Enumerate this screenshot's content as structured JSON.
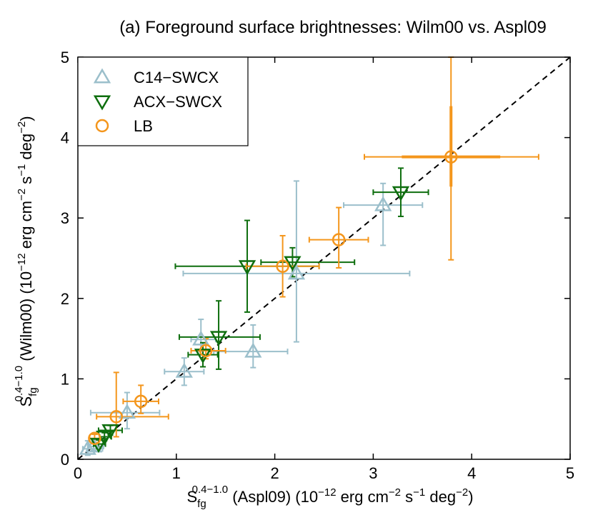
{
  "chart_data": {
    "type": "scatter",
    "title": "(a) Foreground surface brightnesses: Wilm00 vs. Aspl09",
    "xlabel": {
      "symbol": "S",
      "sub": "fg",
      "sup": "0.4−1.0",
      "text": " (Aspl09) (10",
      "exp1": "−12",
      "text2": " erg cm",
      "exp2": "−2",
      "text3": " s",
      "exp3": "−1",
      "text4": " deg",
      "exp4": "−2",
      "text5": ")"
    },
    "ylabel": {
      "symbol": "S",
      "sub": "fg",
      "sup": "0.4−1.0",
      "text": " (Wilm00) (10",
      "exp1": "−12",
      "text2": " erg cm",
      "exp2": "−2",
      "text3": " s",
      "exp3": "−1",
      "text4": " deg",
      "exp4": "−2",
      "text5": ")"
    },
    "xlim": [
      0,
      5
    ],
    "ylim": [
      0,
      5
    ],
    "xticks": [
      "0",
      "1",
      "2",
      "3",
      "4",
      "5"
    ],
    "yticks": [
      "0",
      "1",
      "2",
      "3",
      "4",
      "5"
    ],
    "grid": false,
    "legend_position": "top-left",
    "reference_line": "y = x (dashed)",
    "series": [
      {
        "name": "C14−SWCX",
        "marker": "triangle-up",
        "color": "#9bbfcb",
        "points": [
          {
            "x": 0.1,
            "y": 0.13,
            "xerr": [
              0.05,
              0.15
            ],
            "yerr": [
              0.08,
              0.1
            ]
          },
          {
            "x": 0.16,
            "y": 0.16,
            "xerr": [
              0.05,
              0.1
            ],
            "yerr": [
              0.05,
              0.05
            ]
          },
          {
            "x": 0.5,
            "y": 0.58,
            "xerr": [
              0.37,
              0.33
            ],
            "yerr": [
              0.2,
              0.25
            ]
          },
          {
            "x": 1.08,
            "y": 1.09,
            "xerr": [
              0.2,
              0.2
            ],
            "yerr": [
              0.17,
              0.17
            ]
          },
          {
            "x": 1.25,
            "y": 1.49,
            "xerr": [
              0.1,
              0.15
            ],
            "yerr": [
              0.15,
              0.25
            ]
          },
          {
            "x": 1.78,
            "y": 1.34,
            "xerr": [
              0.4,
              0.35
            ],
            "yerr": [
              0.2,
              0.33
            ]
          },
          {
            "x": 2.22,
            "y": 2.31,
            "xerr": [
              1.15,
              1.15
            ],
            "yerr": [
              0.85,
              1.15
            ]
          },
          {
            "x": 3.1,
            "y": 3.16,
            "xerr": [
              0.4,
              0.4
            ],
            "yerr": [
              0.5,
              0.27
            ]
          }
        ]
      },
      {
        "name": "ACX−SWCX",
        "marker": "triangle-down",
        "color": "#0e6e0e",
        "points": [
          {
            "x": 0.21,
            "y": 0.19,
            "xerr": [
              0.05,
              0.07
            ],
            "yerr": [
              0.05,
              0.05
            ]
          },
          {
            "x": 0.27,
            "y": 0.28,
            "xerr": [
              0.05,
              0.07
            ],
            "yerr": [
              0.05,
              0.05
            ]
          },
          {
            "x": 0.33,
            "y": 0.36,
            "xerr": [
              0.12,
              0.12
            ],
            "yerr": [
              0.06,
              0.06
            ]
          },
          {
            "x": 1.27,
            "y": 1.3,
            "xerr": [
              0.15,
              0.15
            ],
            "yerr": [
              0.15,
              0.15
            ]
          },
          {
            "x": 1.43,
            "y": 1.52,
            "xerr": [
              0.4,
              0.42
            ],
            "yerr": [
              0.4,
              0.45
            ]
          },
          {
            "x": 1.72,
            "y": 2.4,
            "xerr": [
              0.73,
              0.73
            ],
            "yerr": [
              0.57,
              0.57
            ]
          },
          {
            "x": 2.18,
            "y": 2.45,
            "xerr": [
              0.32,
              0.63
            ],
            "yerr": [
              0.18,
              0.18
            ]
          },
          {
            "x": 3.28,
            "y": 3.32,
            "xerr": [
              0.28,
              0.28
            ],
            "yerr": [
              0.3,
              0.3
            ]
          }
        ]
      },
      {
        "name": "LB",
        "marker": "circle",
        "color": "#f4961c",
        "points": [
          {
            "x": 0.17,
            "y": 0.26,
            "xerr": [
              0.05,
              0.05
            ],
            "yerr": [
              0.05,
              0.05
            ]
          },
          {
            "x": 0.39,
            "y": 0.53,
            "xerr": [
              0.2,
              0.53
            ],
            "yerr": [
              0.25,
              0.55
            ]
          },
          {
            "x": 0.64,
            "y": 0.72,
            "xerr": [
              0.18,
              0.18
            ],
            "yerr": [
              0.15,
              0.2
            ]
          },
          {
            "x": 1.3,
            "y": 1.35,
            "xerr": [
              0.15,
              0.2
            ],
            "yerr": [
              0.1,
              0.15
            ]
          },
          {
            "x": 2.08,
            "y": 2.4,
            "xerr": [
              0.37,
              0.37
            ],
            "yerr": [
              0.38,
              0.38
            ]
          },
          {
            "x": 2.65,
            "y": 2.73,
            "xerr": [
              0.3,
              0.3
            ],
            "yerr": [
              0.35,
              0.4
            ]
          },
          {
            "x": 3.79,
            "y": 3.76,
            "xerr": [
              0.88,
              0.89
            ],
            "yerr": [
              1.28,
              1.24
            ]
          }
        ]
      }
    ],
    "error_band": {
      "x": 3.79,
      "y": 3.76,
      "xerr": [
        0.5,
        0.5
      ],
      "yerr": [
        0.37,
        0.63
      ],
      "color": "#f4961c"
    }
  }
}
